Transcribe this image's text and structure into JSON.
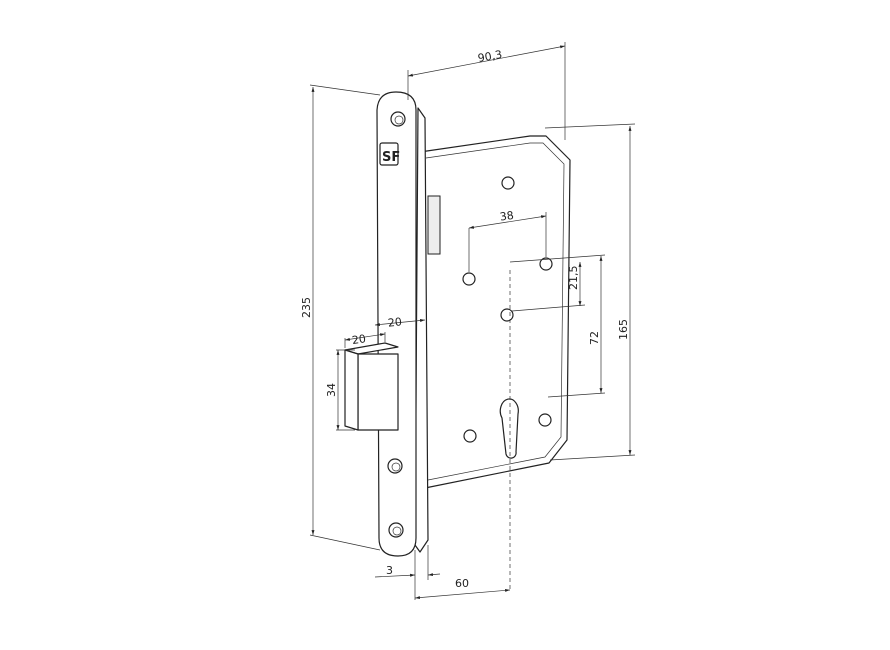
{
  "title_logo": "SF",
  "dimensions": {
    "backset_total": "90,3",
    "hole_spacing_horizontal": "38",
    "hole_offset_vertical": "21,5",
    "centre_distance": "72",
    "case_height": "165",
    "faceplate_height": "235",
    "bolt_throw": "20",
    "bolt_depth": "20",
    "bolt_height": "34",
    "faceplate_thickness": "3",
    "backset": "60"
  }
}
